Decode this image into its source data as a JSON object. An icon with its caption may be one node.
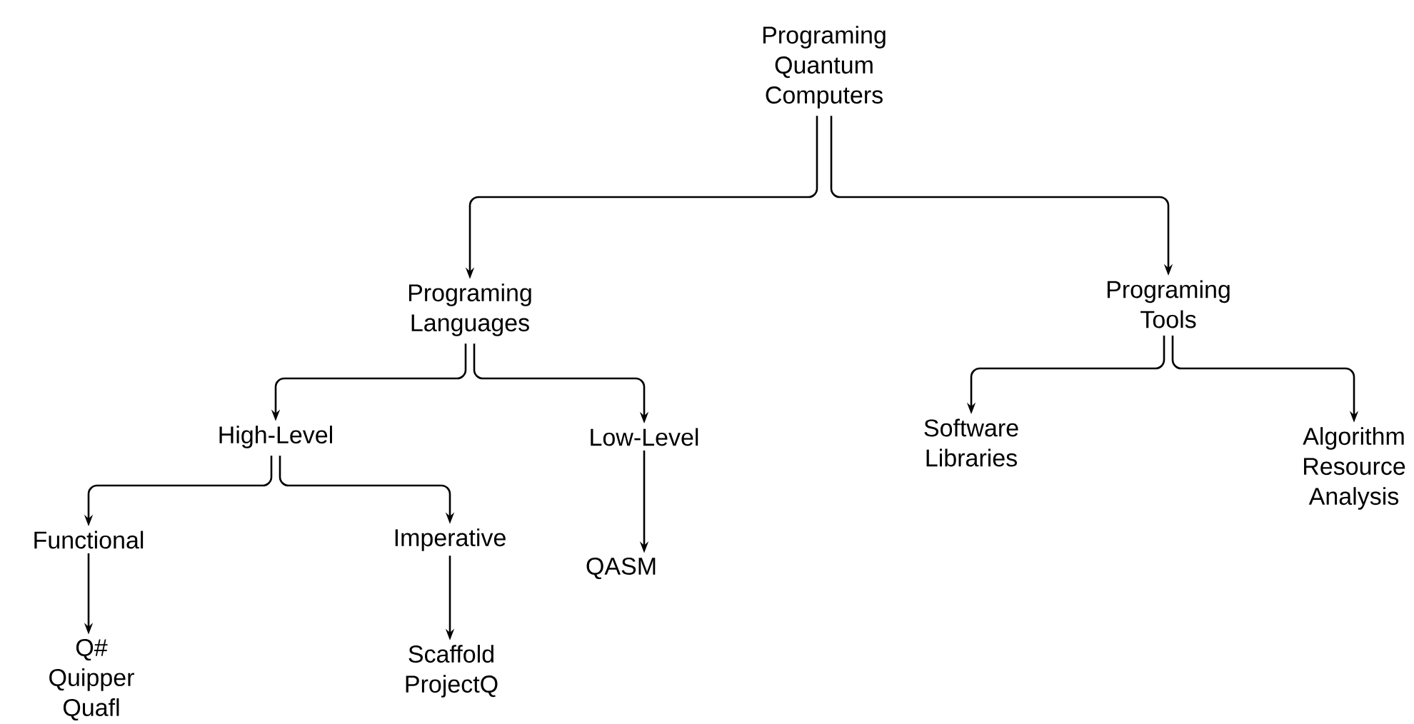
{
  "diagram": {
    "nodes": [
      {
        "text": [
          "Programing Quantum Computers"
        ]
      },
      {
        "text": [
          "Programing Languages"
        ]
      },
      {
        "text": [
          "Programing Tools"
        ]
      },
      {
        "text": [
          "High-Level"
        ]
      },
      {
        "text": [
          "Low-Level"
        ]
      },
      {
        "text": [
          "Software Libraries"
        ]
      },
      {
        "text": [
          "Algorithm Resource Analysis"
        ]
      },
      {
        "text": [
          "Functional"
        ]
      },
      {
        "text": [
          "Imperative"
        ]
      },
      {
        "text": [
          "QASM"
        ]
      },
      {
        "text": [
          "Q# Quipper Quafl"
        ]
      },
      {
        "text": [
          "Scaffold ProjectQ"
        ]
      }
    ],
    "edges": [
      {
        "from": 0,
        "to": 1,
        "arrow": "to"
      },
      {
        "from": 0,
        "to": 2,
        "arrow": "to"
      },
      {
        "from": 1,
        "to": 3,
        "arrow": "to"
      },
      {
        "from": 1,
        "to": 4,
        "arrow": "to"
      },
      {
        "from": 2,
        "to": 5,
        "arrow": "to"
      },
      {
        "from": 2,
        "to": 6,
        "arrow": "to"
      },
      {
        "from": 3,
        "to": 7,
        "arrow": "to"
      },
      {
        "from": 3,
        "to": 8,
        "arrow": "to"
      },
      {
        "from": 4,
        "to": 9,
        "arrow": "to"
      },
      {
        "from": 7,
        "to": 10,
        "arrow": "to"
      },
      {
        "from": 8,
        "to": 11,
        "arrow": "to"
      }
    ]
  }
}
